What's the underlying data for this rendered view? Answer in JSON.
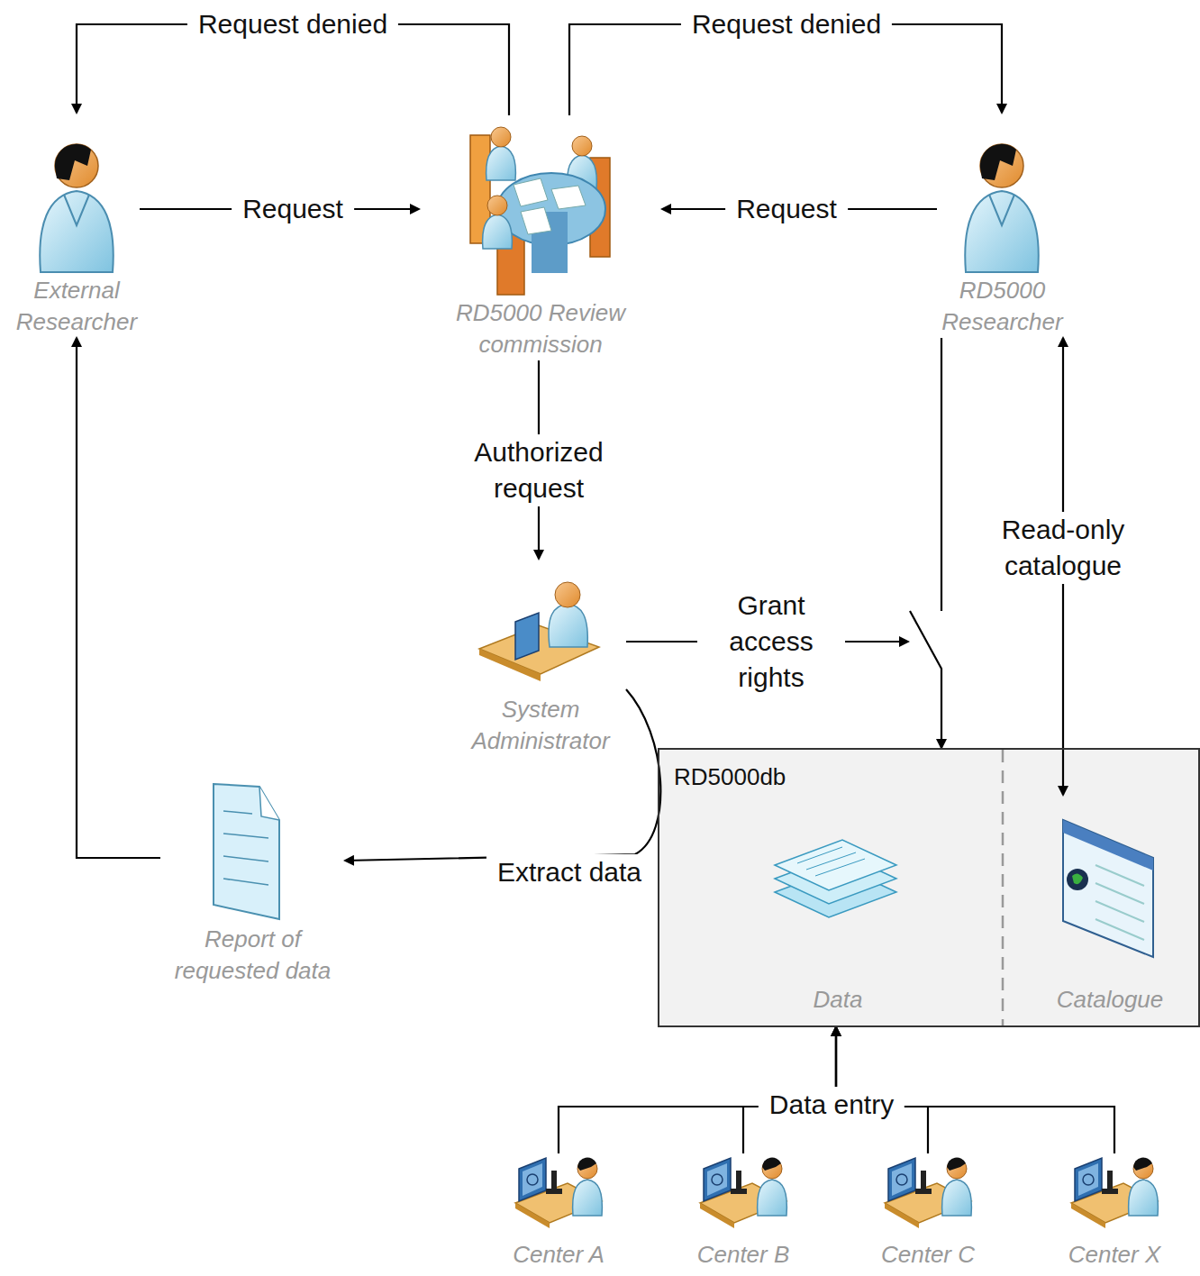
{
  "diagram": {
    "nodes": [
      {
        "text": [
          "External Researcher"
        ]
      },
      {
        "text": [
          "RD5000 Review commission"
        ]
      },
      {
        "text": [
          "RD5000 Researcher"
        ]
      },
      {
        "text": [
          "System Administrator"
        ]
      },
      {
        "text": [
          "Report of requested data"
        ]
      },
      {
        "text": [
          "RD5000db"
        ]
      },
      {
        "text": [
          "Data"
        ],
        "in": 5
      },
      {
        "text": [
          "Catalogue"
        ],
        "in": 5
      },
      {
        "text": [
          "Center A"
        ]
      },
      {
        "text": [
          "Center B"
        ]
      },
      {
        "text": [
          "Center C"
        ]
      },
      {
        "text": [
          "Center X"
        ]
      }
    ],
    "edges": [
      {
        "from": 0,
        "to": 1,
        "label": "Request",
        "arrow": "to"
      },
      {
        "from": 1,
        "to": 0,
        "label": "Request denied",
        "arrow": "to"
      },
      {
        "from": 2,
        "to": 1,
        "label": "Request",
        "arrow": "to"
      },
      {
        "from": 1,
        "to": 2,
        "label": "Request denied",
        "arrow": "to"
      },
      {
        "from": 1,
        "to": 3,
        "label": "Authorized request",
        "arrow": "to"
      },
      {
        "from": 3,
        "to": 5,
        "label": "Grant access rights",
        "arrow": "to"
      },
      {
        "from": 2,
        "to": 5,
        "arrow": "to"
      },
      {
        "from": 2,
        "to": 7,
        "label": "Read-only catalogue",
        "arrow": "both"
      },
      {
        "from": 3,
        "to": 4,
        "label": "Extract data",
        "arrow": "to"
      },
      {
        "from": 4,
        "to": 0,
        "arrow": "to"
      },
      {
        "from": 8,
        "to": 5,
        "label": "Data entry",
        "arrow": "to"
      },
      {
        "from": 9,
        "to": 5,
        "arrow": "to"
      },
      {
        "from": 10,
        "to": 5,
        "arrow": "to"
      },
      {
        "from": 11,
        "to": 5,
        "arrow": "to"
      }
    ]
  }
}
